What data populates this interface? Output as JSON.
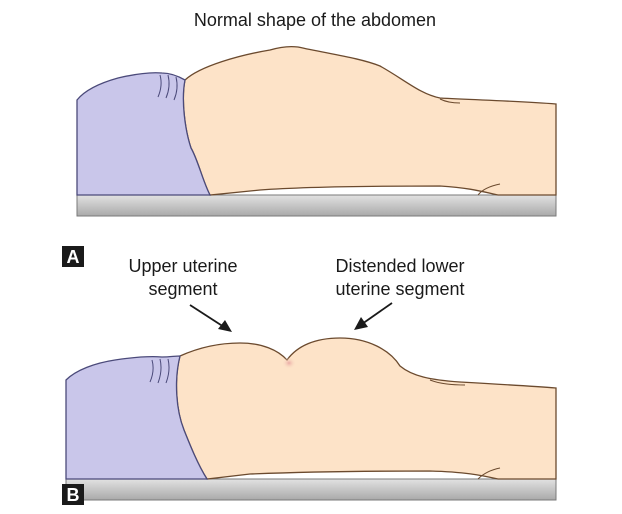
{
  "panel_a": {
    "title": "Normal shape of the abdomen",
    "letter": "A"
  },
  "panel_b": {
    "letter": "B",
    "label_upper_line1": "Upper uterine",
    "label_upper_line2": "segment",
    "label_lower_line1": "Distended lower",
    "label_lower_line2": "uterine segment"
  },
  "colors": {
    "skin": "#fde3c8",
    "skin_outline": "#6b4a2e",
    "cloth": "#c9c6ea",
    "cloth_outline": "#4b4a7a",
    "table": "#c4c4c4",
    "table_outline": "#7a7a7a",
    "badge": "#1a1a1a"
  }
}
